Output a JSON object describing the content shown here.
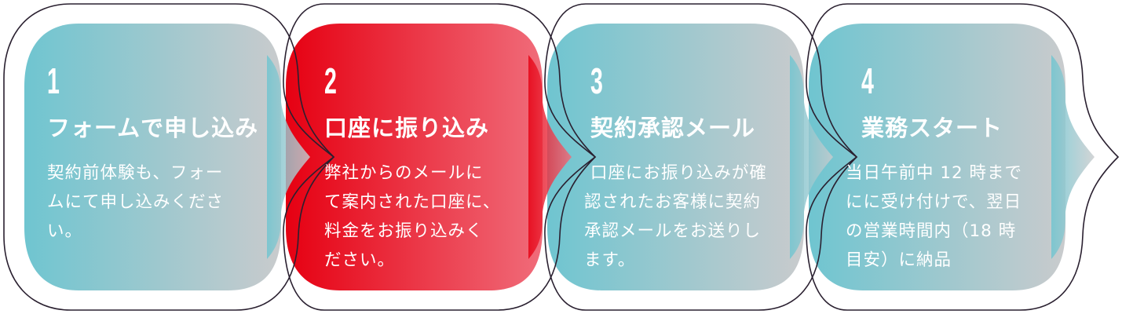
{
  "colors": {
    "teal_start": "#6fc5d0",
    "teal_end": "#c9cbcd",
    "red_start": "#e60012",
    "red_end": "#f06c7a",
    "outline": "#2a2030",
    "text": "#ffffff"
  },
  "steps": [
    {
      "number": "1",
      "title": "フォームで申し込み",
      "body": [
        "契約前体験も、フォー",
        "ムにて申し込みくださ",
        "い。"
      ],
      "theme": "teal"
    },
    {
      "number": "2",
      "title": "口座に振り込み",
      "body": [
        "弊社からのメールに",
        "て案内された口座に、",
        "料金をお振り込みく",
        "ださい。"
      ],
      "theme": "red"
    },
    {
      "number": "3",
      "title": "契約承認メール",
      "body": [
        " 口座にお振り込みが確",
        "認されたお客様に契約",
        "承認メールをお送りし",
        "ます。"
      ],
      "theme": "teal"
    },
    {
      "number": "4",
      "title": "業務スタート",
      "body": [
        "当日午前中 12 時まで",
        "にに受け付けで、翌日",
        "の営業時間内（18 時",
        "目安）に納品"
      ],
      "theme": "teal"
    }
  ]
}
